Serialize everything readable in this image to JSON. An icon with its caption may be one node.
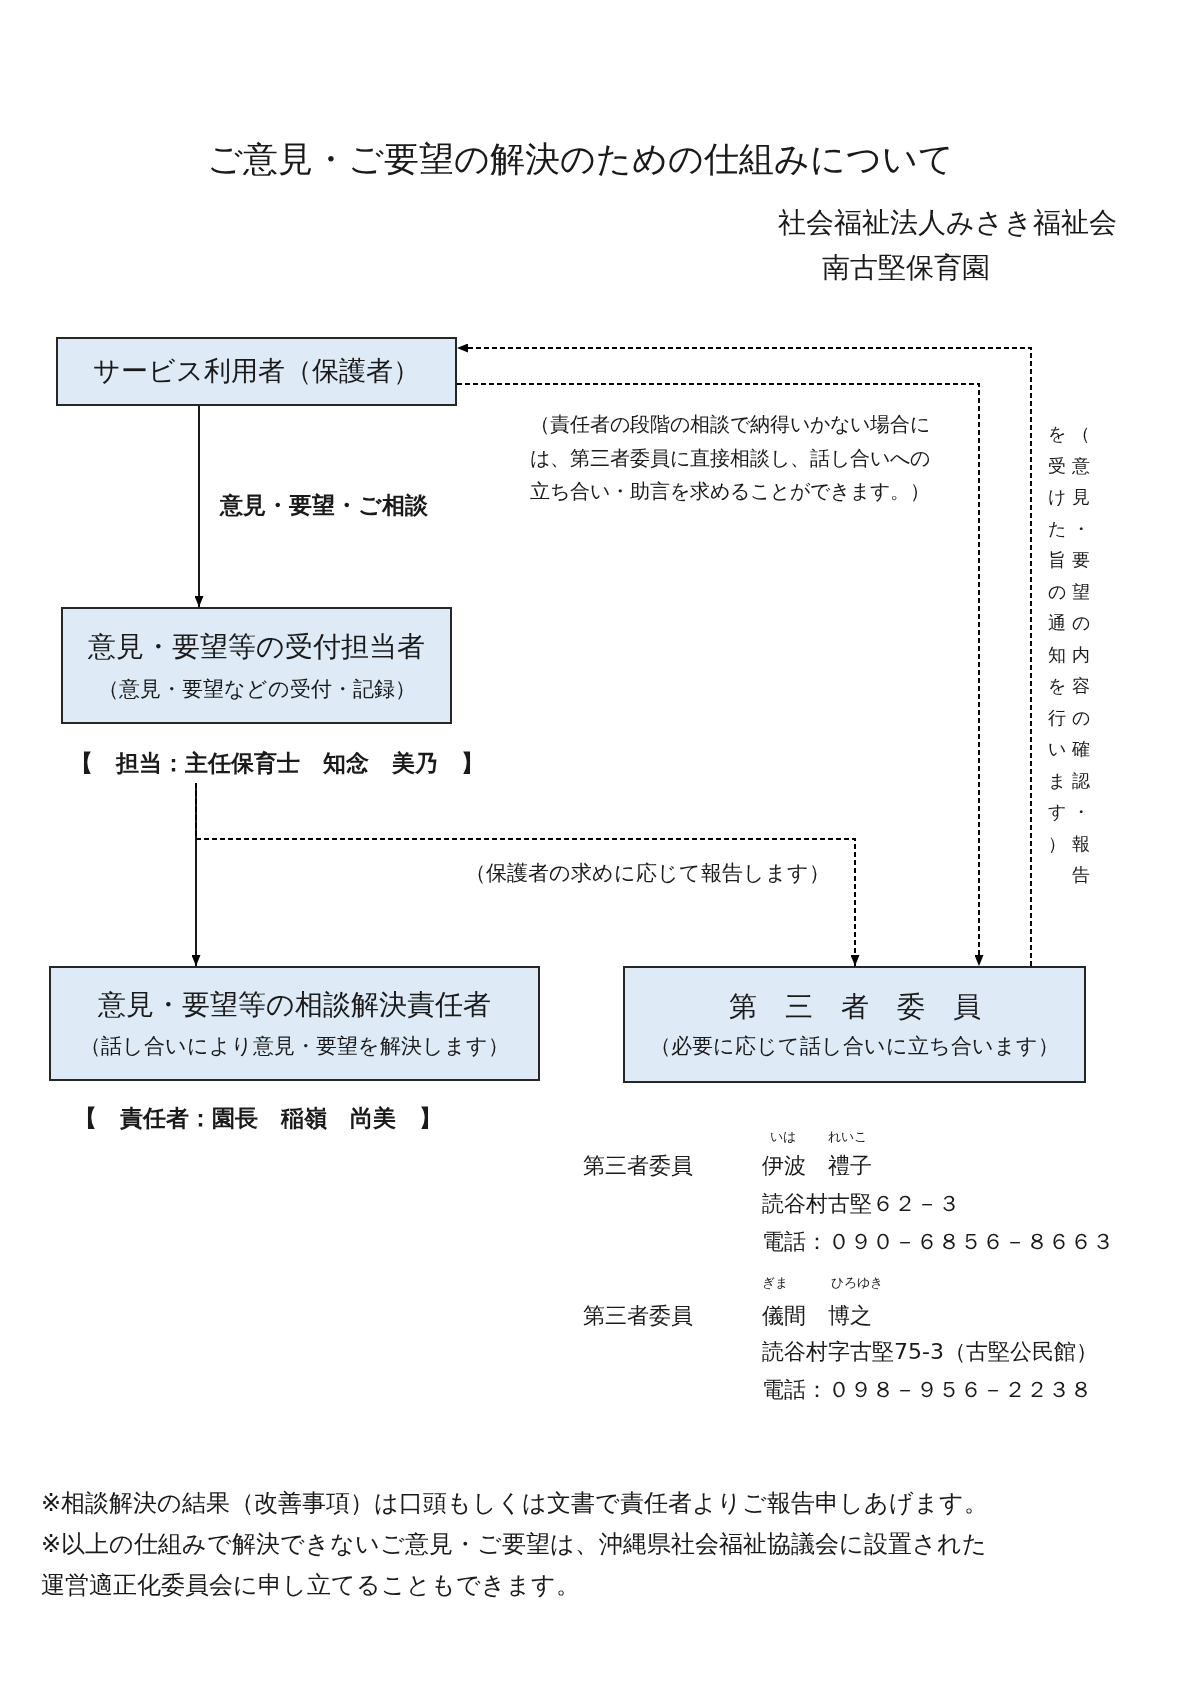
{
  "diagram": {
    "title": "ご意見・ご要望の解決のための仕組みについて",
    "nodes": [
      {
        "text": [
          "サービス利用者（保護者）"
        ]
      },
      {
        "text": [
          "意見・要望等の受付担当者",
          "（意見・要望などの受付・記録）"
        ],
        "beside": [
          "【　担当：主任保育士　知念　美乃　】"
        ]
      },
      {
        "text": [
          "意見・要望等の相談解決責任者",
          "（話し合いにより意見・要望を解決します）"
        ],
        "beside": [
          "【　責任者：園長　稲嶺　尚美　】"
        ]
      },
      {
        "text": [
          "第　三　者　委　員",
          "（必要に応じて話し合いに立ち合います）"
        ]
      }
    ],
    "edges": [
      {
        "from": 0,
        "to": 1,
        "arrow": "to",
        "label": "意見・要望・ご相談"
      },
      {
        "from": 0,
        "to": 3,
        "arrow": "to",
        "style": "dashed",
        "label": "（責任者の段階の相談で納得いかない場合には、第三者委員に直接相談し、話し合いへの立ち合い・助言を求めることができます。）"
      },
      {
        "from": 3,
        "to": 0,
        "arrow": "to",
        "style": "dashed",
        "label": "（意見・要望の内容の確認・報告を受けた旨の通知を行います）"
      },
      {
        "from": 1,
        "to": 2,
        "arrow": "to"
      },
      {
        "from": 1,
        "to": 3,
        "arrow": "to",
        "style": "dashed",
        "label": "（保護者の求めに応じて報告します）"
      }
    ],
    "labels": [
      "社会福祉法人みさき福祉会",
      "南古堅保育園",
      "いは",
      "れいこ",
      "第三者委員",
      "伊波　禮子",
      "読谷村古堅６２－３",
      "電話：０９０－６８５６－８６６３",
      "ぎま",
      "ひろゆき",
      "第三者委員",
      "儀間　博之",
      "読谷村字古堅75-3（古堅公民館）",
      "電話：０９８－９５６－２２３８",
      "※相談解決の結果（改善事項）は口頭もしくは文書で責任者よりご報告申しあげます。",
      "※以上の仕組みで解決できないご意見・ご要望は、沖縄県社会福祉協議会に設置された運営適正化委員会に申し立てることもできます。"
    ]
  }
}
